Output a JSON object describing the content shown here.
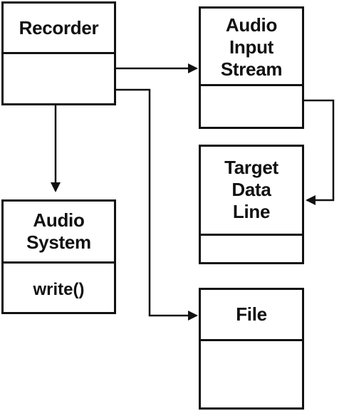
{
  "classes": {
    "recorder": {
      "name": "Recorder"
    },
    "audio_input_stream": {
      "name_lines": [
        "Audio",
        "Input",
        "Stream"
      ]
    },
    "target_data_line": {
      "name_lines": [
        "Target",
        "Data",
        "Line"
      ]
    },
    "audio_system": {
      "name_lines": [
        "Audio",
        "System"
      ],
      "method": "write()"
    },
    "file": {
      "name": "File"
    }
  }
}
